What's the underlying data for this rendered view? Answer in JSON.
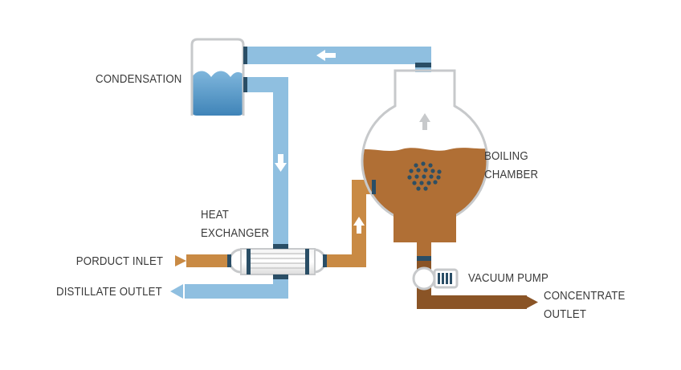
{
  "labels": {
    "condensation": "CONDENSATION",
    "boiling_1": "BOILING",
    "boiling_2": "CHAMBER",
    "heat_1": "HEAT",
    "heat_2": "EXCHANGER",
    "product_inlet": "PORDUCT INLET",
    "distillate_outlet": "DISTILLATE OUTLET",
    "vacuum_pump": "VACUUM PUMP",
    "concentrate_1": "CONCENTRATE",
    "concentrate_2": "OUTLET"
  },
  "colors": {
    "vapor_pipe": "#8fbfe0",
    "joint": "#2a4e66",
    "product_pipe": "#c98a44",
    "chamber_liquid": "#b06f35",
    "concentrate_pipe": "#8a5426",
    "vessel_outline": "#c7c9cb",
    "water": "#4f93c4"
  }
}
